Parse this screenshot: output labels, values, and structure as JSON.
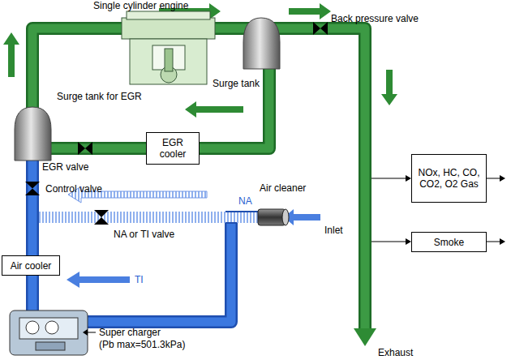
{
  "diagram": {
    "nodes": [
      {
        "text": [
          "EGR cooler"
        ]
      },
      {
        "text": [
          "NOx, HC, CO, CO2, O2 Gas"
        ]
      },
      {
        "text": [
          "Smoke"
        ]
      },
      {
        "text": [
          "Air cooler"
        ]
      }
    ],
    "labels": [
      "Single cylinder engine",
      "Surge tank",
      "Back pressure valve",
      "Surge tank for EGR",
      "EGR valve",
      "Control valve",
      "Air cleaner",
      "NA",
      "NA or TI valve",
      "Inlet",
      "TI",
      "Super charger",
      "(Pb max=501.3kPa)",
      "Exhaust"
    ]
  }
}
